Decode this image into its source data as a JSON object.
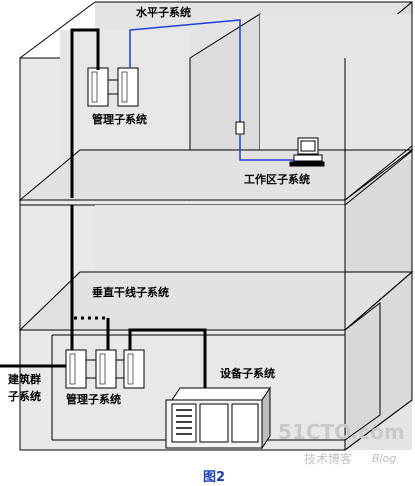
{
  "labels": {
    "horizontal_subsystem": "水平子系统",
    "management_subsystem_top": "管理子系统",
    "work_area_subsystem": "工作区子系统",
    "backbone_subsystem": "垂直干线子系统",
    "equipment_subsystem": "设备子系统",
    "building_group_subsystem_line1": "建筑群",
    "building_group_subsystem_line2": "子系统",
    "management_subsystem_bottom": "管理子系统"
  },
  "caption": "图2",
  "watermark": {
    "site": "51CTO.com",
    "tagline": "技术博客",
    "blog": "Blog"
  },
  "colors": {
    "wall_fill": "#e4e4e4",
    "wall_dark": "#d6d6d6",
    "edge": "#000000",
    "horizontal_cable": "#1f3fd6",
    "backbone_cable": "#000000",
    "caption": "#1a3fb0"
  }
}
